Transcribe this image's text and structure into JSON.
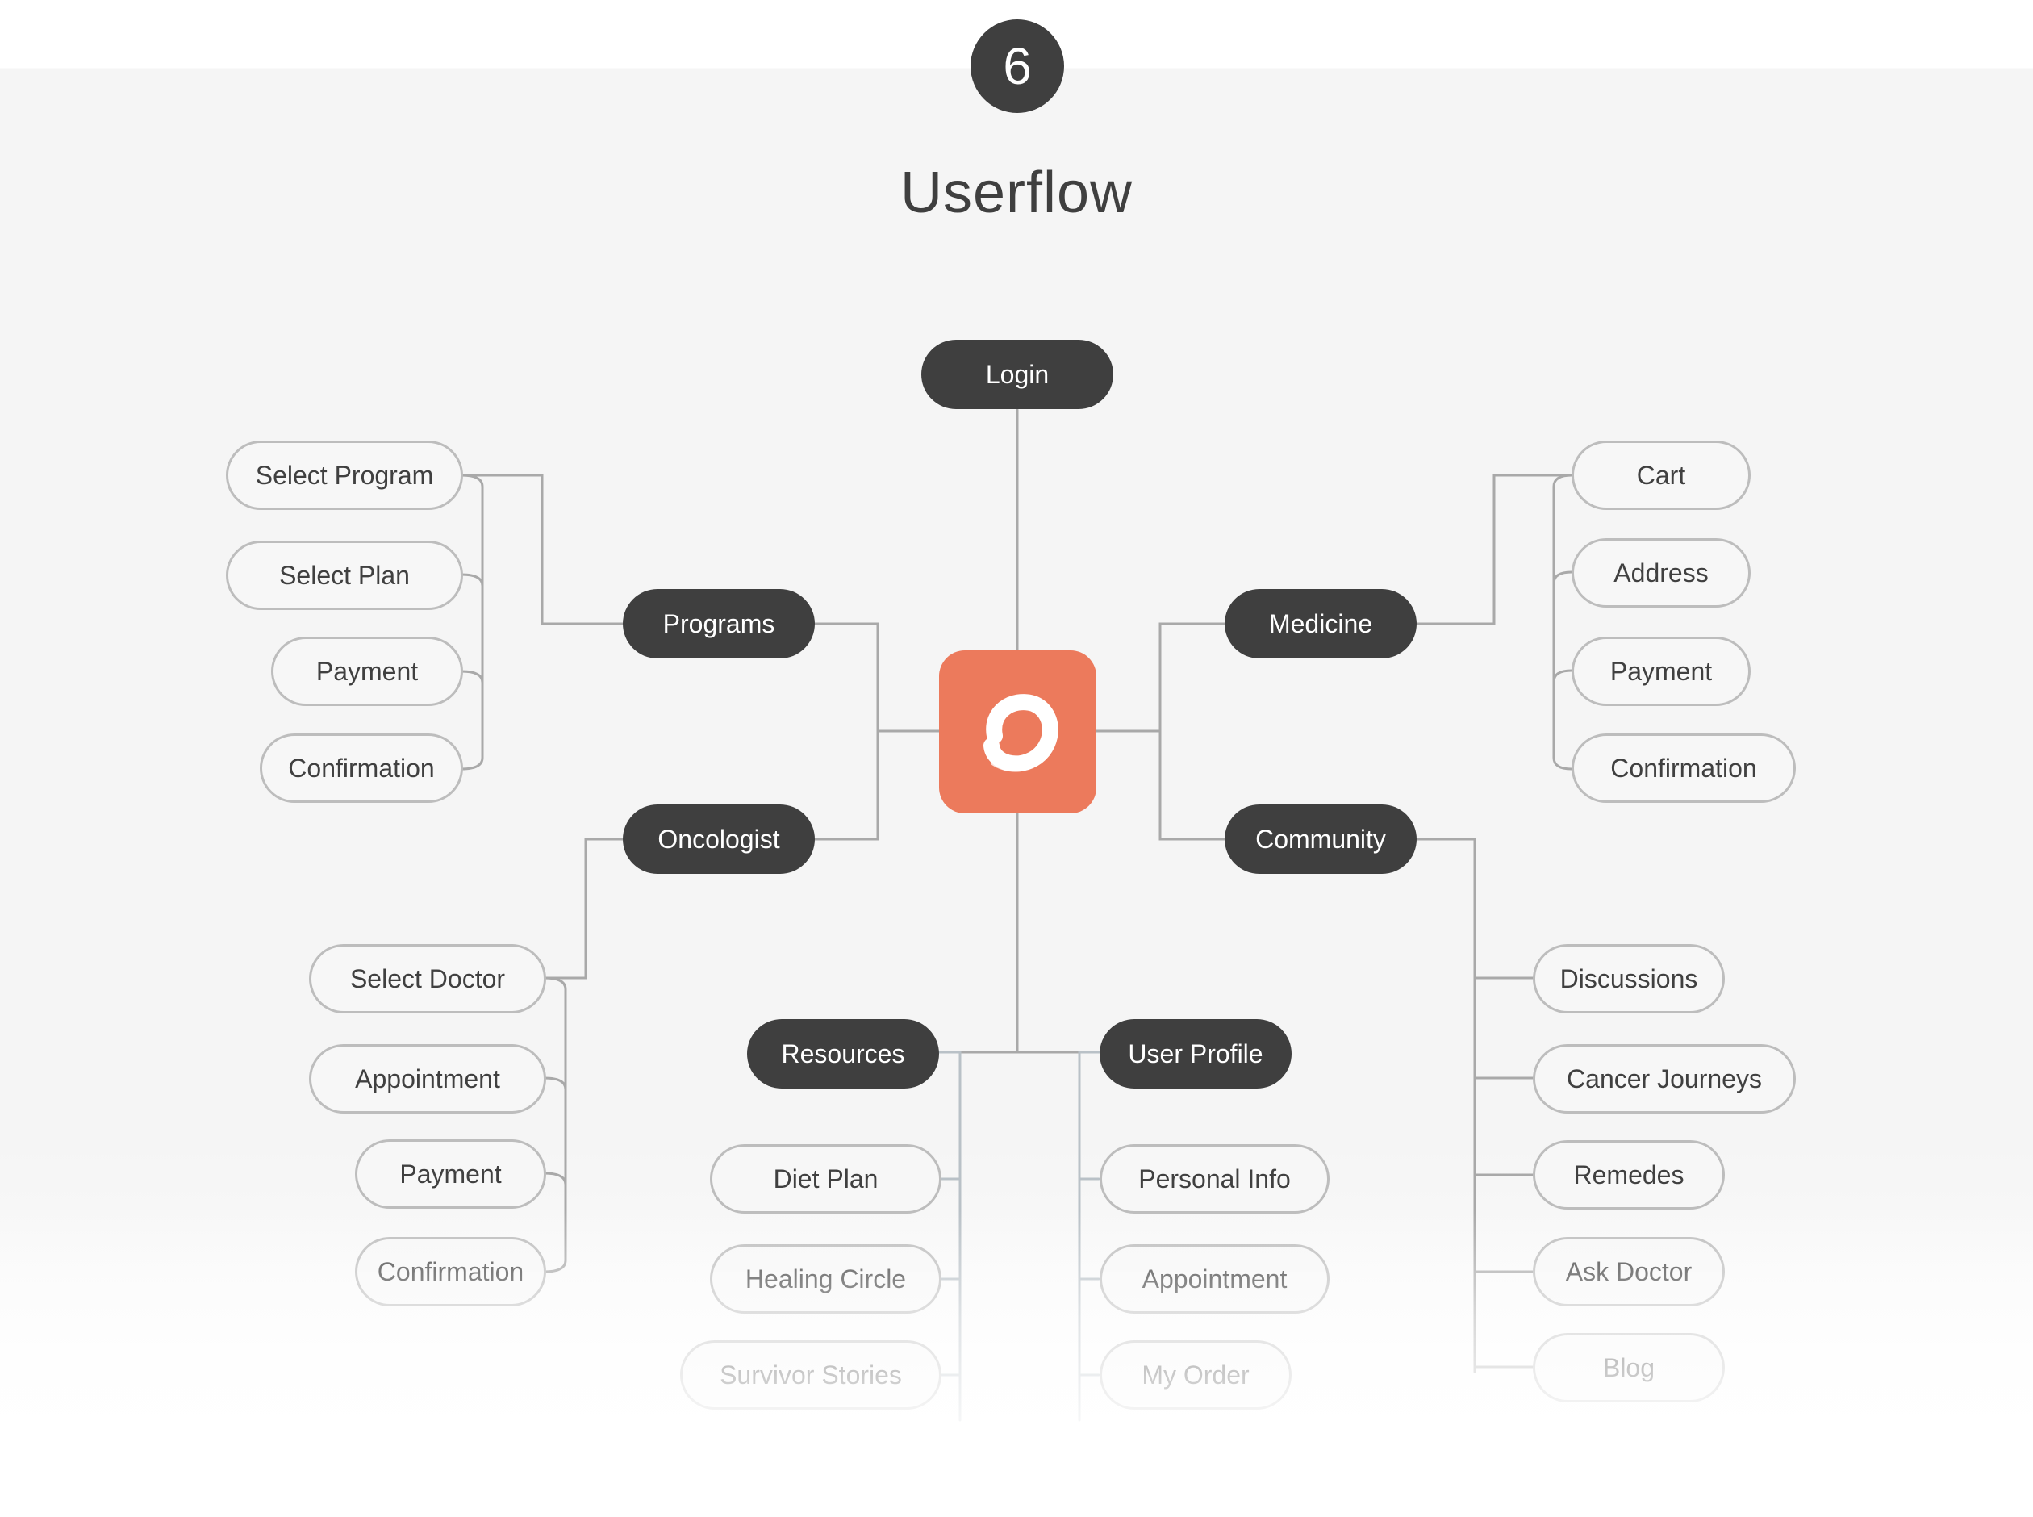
{
  "step_number": "6",
  "title": "Userflow",
  "colors": {
    "dark_node": "#3f3f3f",
    "light_border": "#bdbdbd",
    "line": "#a9a9a9",
    "hub": "#ec7a5c",
    "background": "#f5f5f5"
  },
  "hub": {
    "icon": "brush-circle-logo-icon"
  },
  "nodes": {
    "login": "Login",
    "programs": "Programs",
    "oncologist": "Oncologist",
    "medicine": "Medicine",
    "community": "Community",
    "resources": "Resources",
    "user_profile": "User Profile",
    "prog_select_program": "Select Program",
    "prog_select_plan": "Select Plan",
    "prog_payment": "Payment",
    "prog_confirmation": "Confirmation",
    "onc_select_doctor": "Select Doctor",
    "onc_appointment": "Appointment",
    "onc_payment": "Payment",
    "onc_confirmation": "Confirmation",
    "med_cart": "Cart",
    "med_address": "Address",
    "med_payment": "Payment",
    "med_confirmation": "Confirmation",
    "com_discussions": "Discussions",
    "com_cancer_journeys": "Cancer Journeys",
    "com_remedes": "Remedes",
    "com_ask_doctor": "Ask Doctor",
    "com_blog": "Blog",
    "res_diet_plan": "Diet Plan",
    "res_healing_circle": "Healing Circle",
    "res_survivor_stories": "Survivor Stories",
    "usr_personal_info": "Personal Info",
    "usr_appointment": "Appointment",
    "usr_my_order": "My Order"
  }
}
